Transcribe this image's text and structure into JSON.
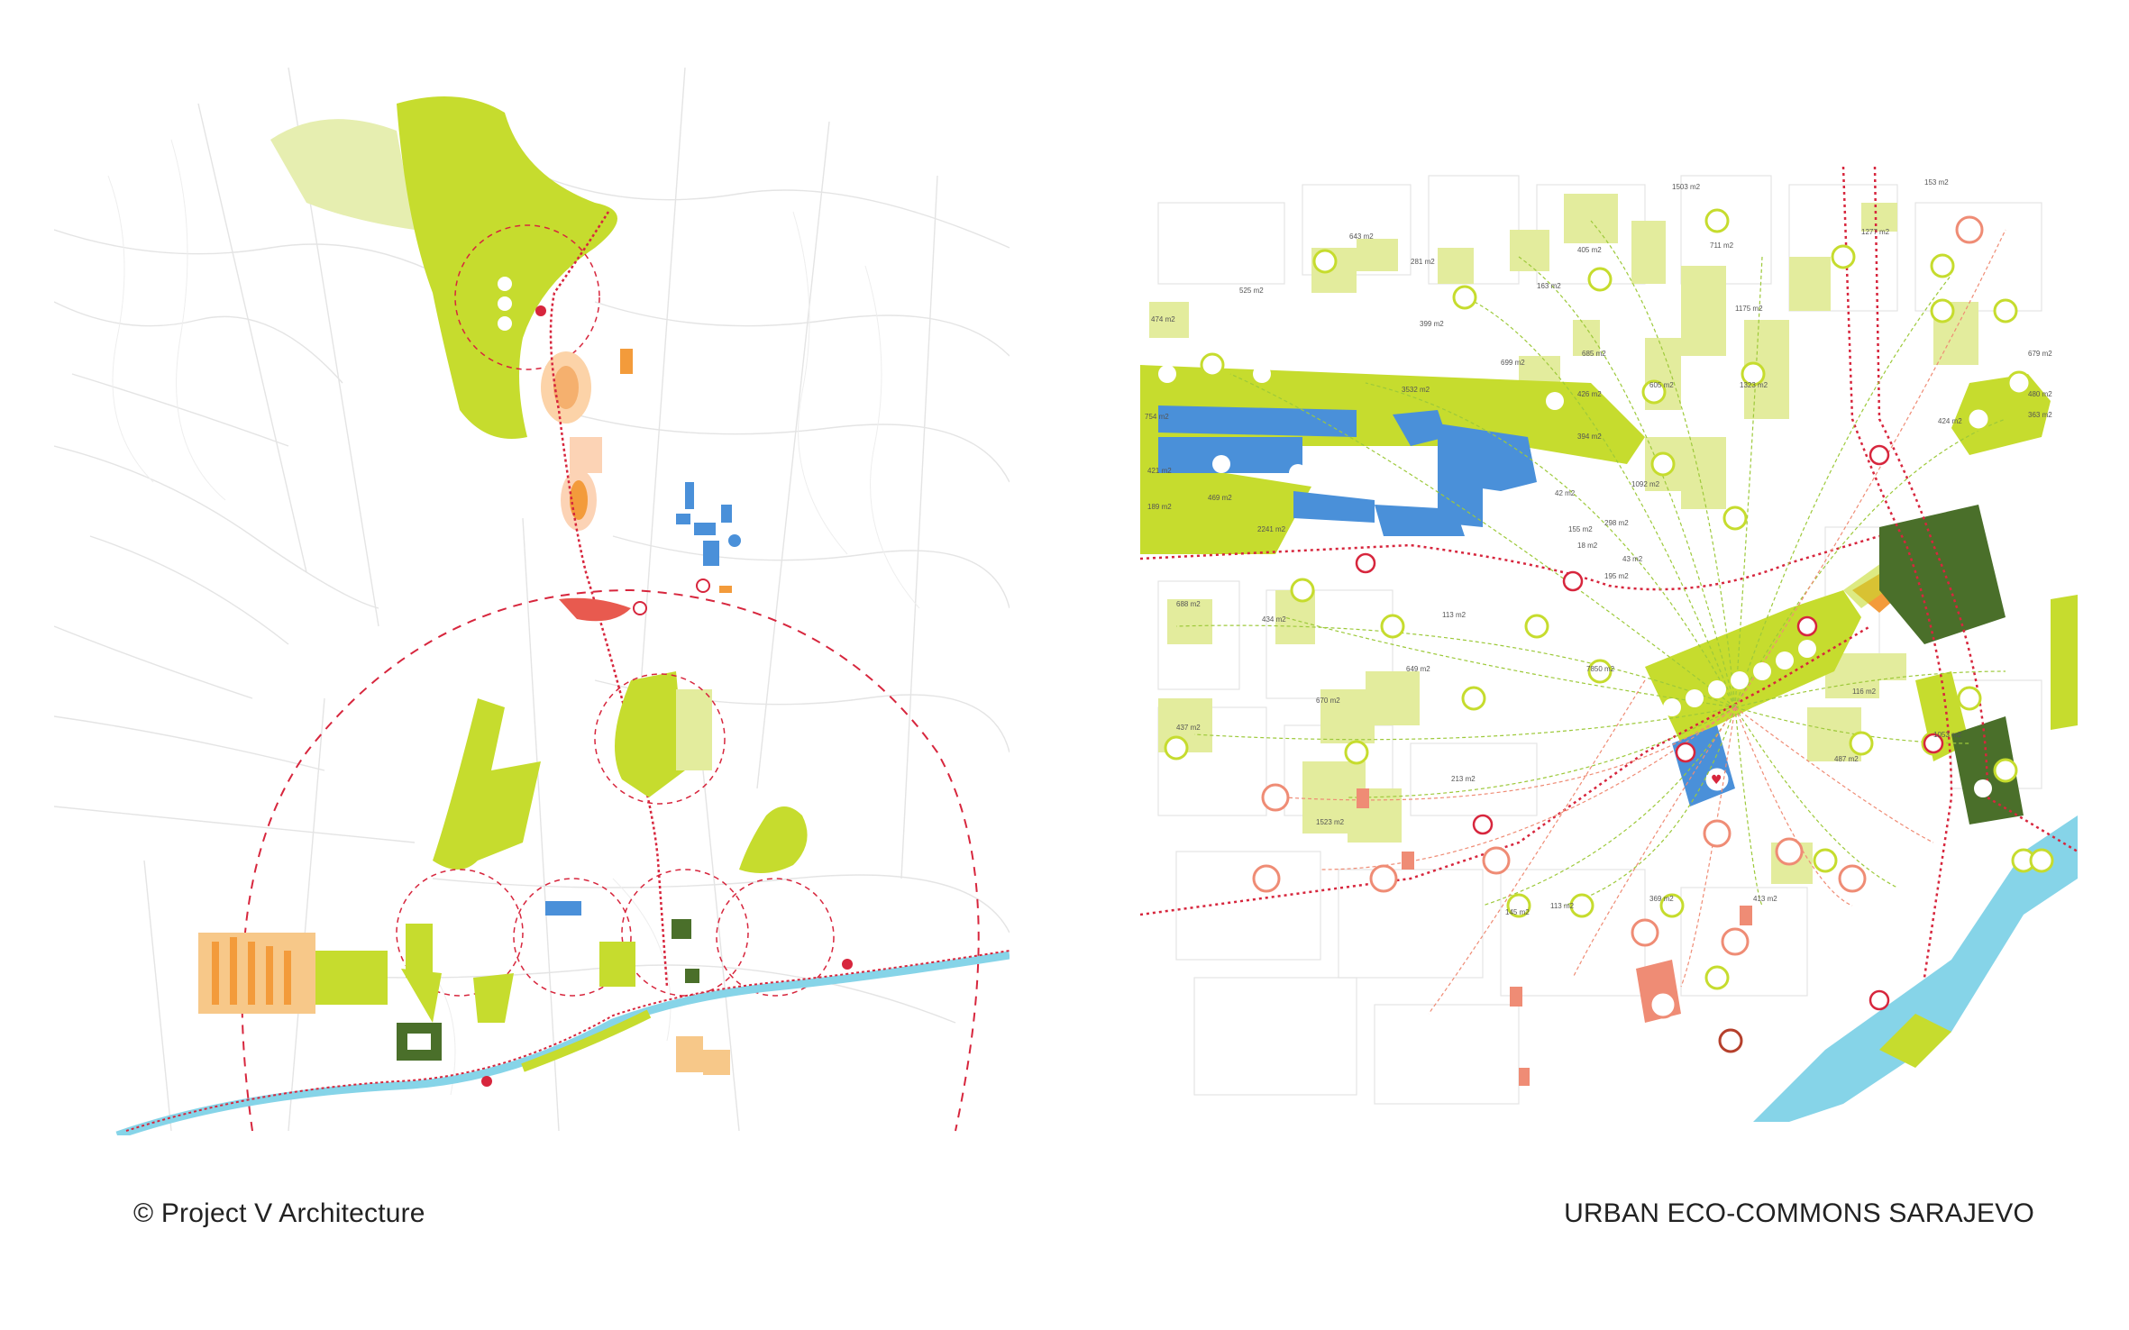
{
  "captions": {
    "credit": "© Project V Architecture",
    "title": "URBAN ECO-COMMONS SARAJEVO"
  },
  "colors": {
    "green_area": "#c6dc2e",
    "green_light": "#e3ec9d",
    "green_dark": "#4a6f2a",
    "blue_building": "#4a90d9",
    "river": "#86d4e8",
    "route_red": "#d7263d",
    "orange": "#f39b3b",
    "salmon": "#ef8c75",
    "street": "#e2e2e2"
  },
  "icons": {
    "tree": "tree-icon",
    "leaf": "leaf-icon",
    "bike": "bike-icon",
    "fork_knife": "restaurant-icon",
    "heart": "health-icon",
    "euro": "market-icon",
    "graduation": "education-icon",
    "bench": "bench-icon"
  },
  "right_map": {
    "area_labels": [
      "1503 m2",
      "153 m2",
      "1277 m2",
      "643 m2",
      "281 m2",
      "405 m2",
      "711 m2",
      "525 m2",
      "163 m2",
      "399 m2",
      "1175 m2",
      "474 m2",
      "699 m2",
      "685 m2",
      "3532 m2",
      "426 m2",
      "605 m2",
      "1323 m2",
      "679 m2",
      "480 m2",
      "363 m2",
      "424 m2",
      "754 m2",
      "394 m2",
      "1092 m2",
      "421 m2",
      "469 m2",
      "189 m2",
      "2241 m2",
      "42 m2",
      "155 m2",
      "298 m2",
      "18 m2",
      "43 m2",
      "195 m2",
      "688 m2",
      "434 m2",
      "113 m2",
      "7850 m2",
      "649 m2",
      "670 m2",
      "116 m2",
      "437 m2",
      "487 m2",
      "1053 m2",
      "213 m2",
      "1523 m2",
      "145 m2",
      "113 m2",
      "369 m2",
      "413 m2"
    ]
  }
}
